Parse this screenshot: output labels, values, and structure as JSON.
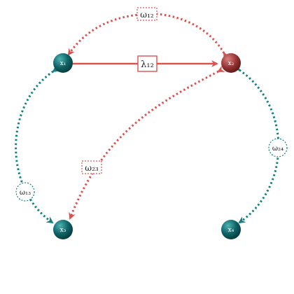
{
  "colors": {
    "red": "#d9534f",
    "teal": "#138082",
    "node_teal": "#0f6466",
    "node_red": "#9a3535"
  },
  "nodes": {
    "x1": {
      "label": "x₁",
      "color": "teal"
    },
    "x2": {
      "label": "x₂",
      "color": "red"
    },
    "x3": {
      "label": "x₃",
      "color": "teal"
    },
    "x4": {
      "label": "x₄",
      "color": "teal"
    }
  },
  "edges": {
    "lambda12": {
      "label": "λ₁₂",
      "style": "solid",
      "color": "red"
    },
    "omega12": {
      "label": "ω₁₂",
      "style": "dotted",
      "color": "red"
    },
    "omega23": {
      "label": "ω₂₃",
      "style": "dotted",
      "color": "red"
    },
    "omega13": {
      "label": "ω₁₃",
      "style": "dotted",
      "color": "teal"
    },
    "omega24": {
      "label": "ω₂₄",
      "style": "dotted",
      "color": "teal"
    }
  }
}
